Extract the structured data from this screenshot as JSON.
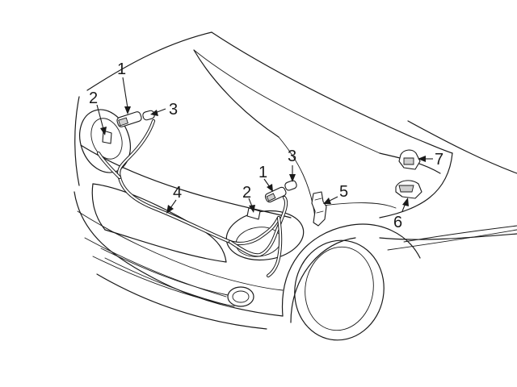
{
  "callouts": {
    "c1_left": "1",
    "c2_left": "2",
    "c3_left": "3",
    "c1_right": "1",
    "c2_right": "2",
    "c3_right": "3",
    "c4": "4",
    "c5": "5",
    "c6": "6",
    "c7": "7"
  }
}
